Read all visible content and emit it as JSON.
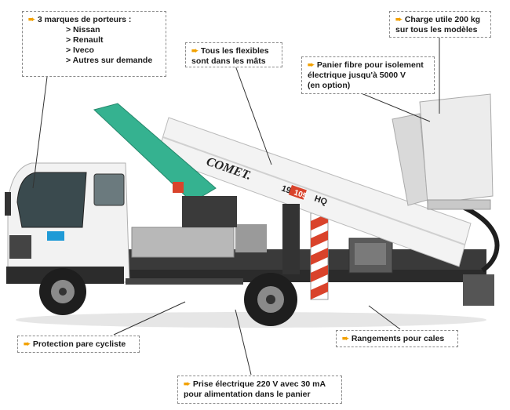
{
  "callouts": {
    "porteurs": {
      "title": "3 marques de porteurs :",
      "items": [
        "> Nissan",
        "> Renault",
        "> Iveco",
        "> Autres sur demande"
      ]
    },
    "flexibles": {
      "line1": "Tous les flexibles",
      "line2": "sont dans les mâts"
    },
    "charge": {
      "line1": "Charge utile 200 kg",
      "line2": "sur tous les modèles"
    },
    "panier": {
      "line1": "Panier fibre pour isolement",
      "line2": "électrique jusqu'à 5000 V",
      "line3": "(en option)"
    },
    "protection": {
      "line1": "Protection pare cycliste"
    },
    "rangements": {
      "line1": "Rangements pour cales"
    },
    "prise": {
      "line1": "Prise électrique 220 V avec 30 mA",
      "line2": "pour alimentation dans le panier"
    }
  },
  "truck": {
    "brand": "COMET.",
    "model_a": "19",
    "model_b": "105",
    "model_c": "HQ"
  },
  "colors": {
    "accent": "#f2a100",
    "boom_green": "#35b290",
    "cab_white": "#f2f2f2",
    "chassis": "#2a2a2a",
    "stripe_red": "#d9432b"
  }
}
